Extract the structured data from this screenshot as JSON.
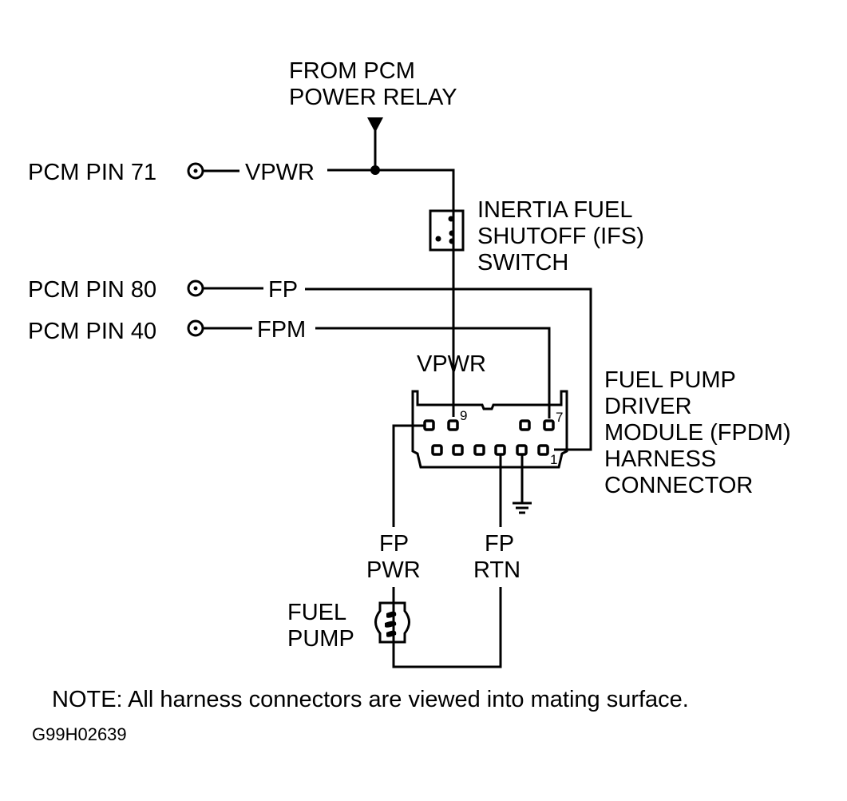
{
  "relay": {
    "line1": "FROM PCM",
    "line2": "POWER RELAY"
  },
  "pcm_pins": [
    {
      "label": "PCM PIN 71",
      "signal": "VPWR"
    },
    {
      "label": "PCM PIN 80",
      "signal": "FP"
    },
    {
      "label": "PCM PIN 40",
      "signal": "FPM"
    }
  ],
  "ifs_switch": {
    "line1": "INERTIA FUEL",
    "line2": "SHUTOFF (IFS)",
    "line3": "SWITCH"
  },
  "vpwr_label": "VPWR",
  "fpdm": {
    "line1": "FUEL PUMP",
    "line2": "DRIVER",
    "line3": "MODULE (FPDM)",
    "line4": "HARNESS",
    "line5": "CONNECTOR"
  },
  "connector_pins": {
    "pin9": "9",
    "pin7": "7",
    "pin1": "1"
  },
  "fp_pwr": {
    "line1": "FP",
    "line2": "PWR"
  },
  "fp_rtn": {
    "line1": "FP",
    "line2": "RTN"
  },
  "fuel_pump": {
    "line1": "FUEL",
    "line2": "PUMP"
  },
  "note": "NOTE:  All harness connectors are viewed into mating surface.",
  "figure_code": "G99H02639"
}
